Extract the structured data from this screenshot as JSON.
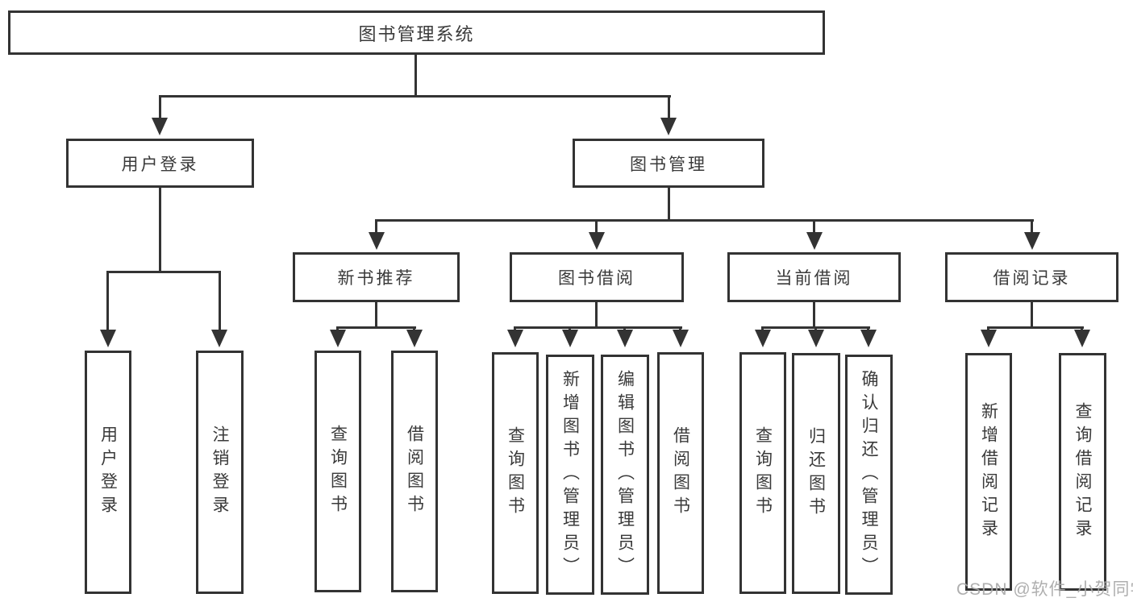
{
  "colors": {
    "line": "#333333",
    "text": "#3a3a3a",
    "background": "#ffffff",
    "watermark": "#a8a8a8"
  },
  "nodes": {
    "root": {
      "label": "图书管理系统"
    },
    "level2": [
      {
        "label": "用户登录"
      },
      {
        "label": "图书管理"
      }
    ],
    "level3": [
      {
        "label": "新书推荐"
      },
      {
        "label": "图书借阅"
      },
      {
        "label": "当前借阅"
      },
      {
        "label": "借阅记录"
      }
    ],
    "leaves": [
      {
        "label": "用户登录"
      },
      {
        "label": "注销登录"
      },
      {
        "label": "查询图书"
      },
      {
        "label": "借阅图书"
      },
      {
        "label": "查询图书"
      },
      {
        "label": "新增图书（管理员）"
      },
      {
        "label": "编辑图书（管理员）"
      },
      {
        "label": "借阅图书"
      },
      {
        "label": "查询图书"
      },
      {
        "label": "归还图书"
      },
      {
        "label": "确认归还（管理员）"
      },
      {
        "label": "新增借阅记录"
      },
      {
        "label": "查询借阅记录"
      }
    ]
  },
  "watermark": {
    "text": "CSDN @软件_小贺同学"
  }
}
